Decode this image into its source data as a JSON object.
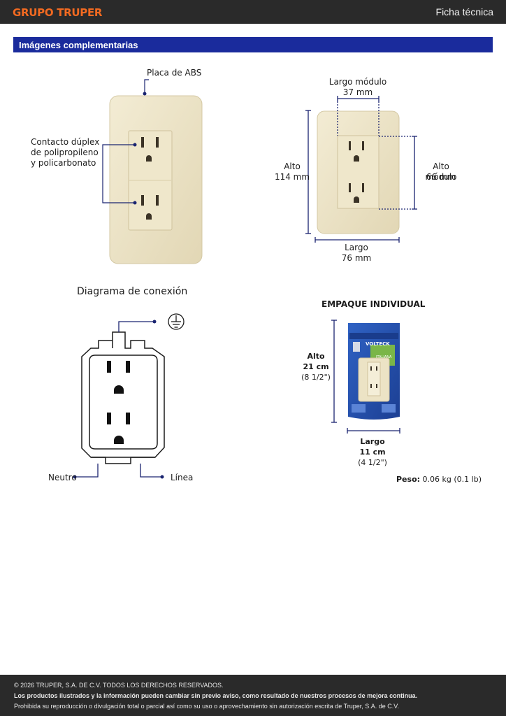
{
  "header": {
    "brand": "GRUPO TRUPER",
    "doc_type": "Ficha técnica"
  },
  "section": {
    "title": "Imágenes complementarias"
  },
  "product_callouts": {
    "plate": "Placa de ABS",
    "contact_line1": "Contacto dúplex",
    "contact_line2": "de polipropileno",
    "contact_line3": "y policarbonato"
  },
  "dimensions": {
    "module_width_label": "Largo módulo",
    "module_width_value": "37 mm",
    "height_label": "Alto",
    "height_value": "114 mm",
    "module_height_label": "Alto módulo",
    "module_height_value": "66 mm",
    "width_label": "Largo",
    "width_value": "76 mm"
  },
  "wiring": {
    "title": "Diagrama de conexión",
    "neutral": "Neutro",
    "line": "Línea",
    "ground_icon": "ground-symbol"
  },
  "packaging": {
    "title": "EMPAQUE INDIVIDUAL",
    "height_label": "Alto",
    "height_cm": "21 cm",
    "height_in": "(8 1/2\")",
    "width_label": "Largo",
    "width_cm": "11 cm",
    "width_in": "(4 1/2\")",
    "weight_label": "Peso:",
    "weight_value": "0.06 kg (0.1 lb)",
    "pack_brand": "VOLTECK",
    "pack_tag": "ITALIANA"
  },
  "colors": {
    "accent_orange": "#f26a21",
    "section_blue": "#1a2b9c",
    "dimension_navy": "#1a2470",
    "plate_ivory": "#ede4c6",
    "footer_dark": "#2a2a2a"
  },
  "footer": {
    "copyright": "© 2026 TRUPER, S.A. DE C.V. TODOS LOS DERECHOS RESERVADOS.",
    "notice": "Los productos ilustrados y la información pueden cambiar sin previo aviso, como resultado de nuestros procesos de mejora continua.",
    "legal": "Prohibida su reproducción o divulgación total o parcial así como su uso o aprovechamiento sin autorización escrita de Truper, S.A. de C.V."
  }
}
